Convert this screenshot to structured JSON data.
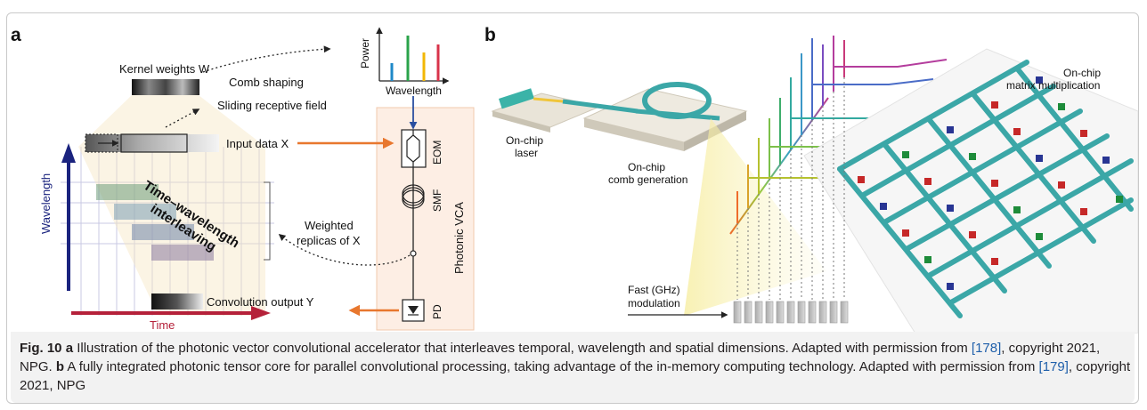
{
  "figure": {
    "panel_a": {
      "letter": "a",
      "kernel_weights_label": "Kernel weights W",
      "comb_shaping": "Comb shaping",
      "power_axis": "Power",
      "wavelength_axis_small": "Wavelength",
      "sliding_field": "Sliding receptive field",
      "input_data": "Input data X",
      "eom": "EOM",
      "smf": "SMF",
      "photonic_vca": "Photonic VCA",
      "time_wavelength_1": "Time–wavelength",
      "time_wavelength_2": "interleaving",
      "weighted_1": "Weighted",
      "weighted_2": "replicas of X",
      "wavelength_axis": "Wavelength",
      "time_axis": "Time",
      "conv_output": "Convolution output Y",
      "pd": "PD"
    },
    "panel_b": {
      "letter": "b",
      "laser_1": "On-chip",
      "laser_2": "laser",
      "comb_1": "On-chip",
      "comb_2": "comb generation",
      "matrix_1": "On-chip",
      "matrix_2": "matrix multiplication",
      "fast_1": "Fast (GHz)",
      "fast_2": "modulation"
    },
    "caption": {
      "fig_label": "Fig. 10",
      "a": "a",
      "text1": " Illustration of the photonic vector convolutional accelerator that interleaves temporal, wavelength and spatial dimensions. Adapted with permission from ",
      "ref1": "[178]",
      "text2": ", copyright 2021, NPG. ",
      "b": "b",
      "text3": " A fully integrated photonic tensor core for parallel convolutional processing, taking advantage of the in-memory computing technology. Adapted with permission from ",
      "ref2": "[179]",
      "text4": ", copyright 2021, NPG"
    },
    "colors": {
      "wavelength_arrow": "#1a237e",
      "time_arrow": "#b5213a",
      "orange_arrow": "#e8772e",
      "vca_box": "#fdeee4",
      "waveguide": "#3ba7a7",
      "caption_bg": "#f2f2f2",
      "link_blue": "#1f5faa"
    }
  }
}
